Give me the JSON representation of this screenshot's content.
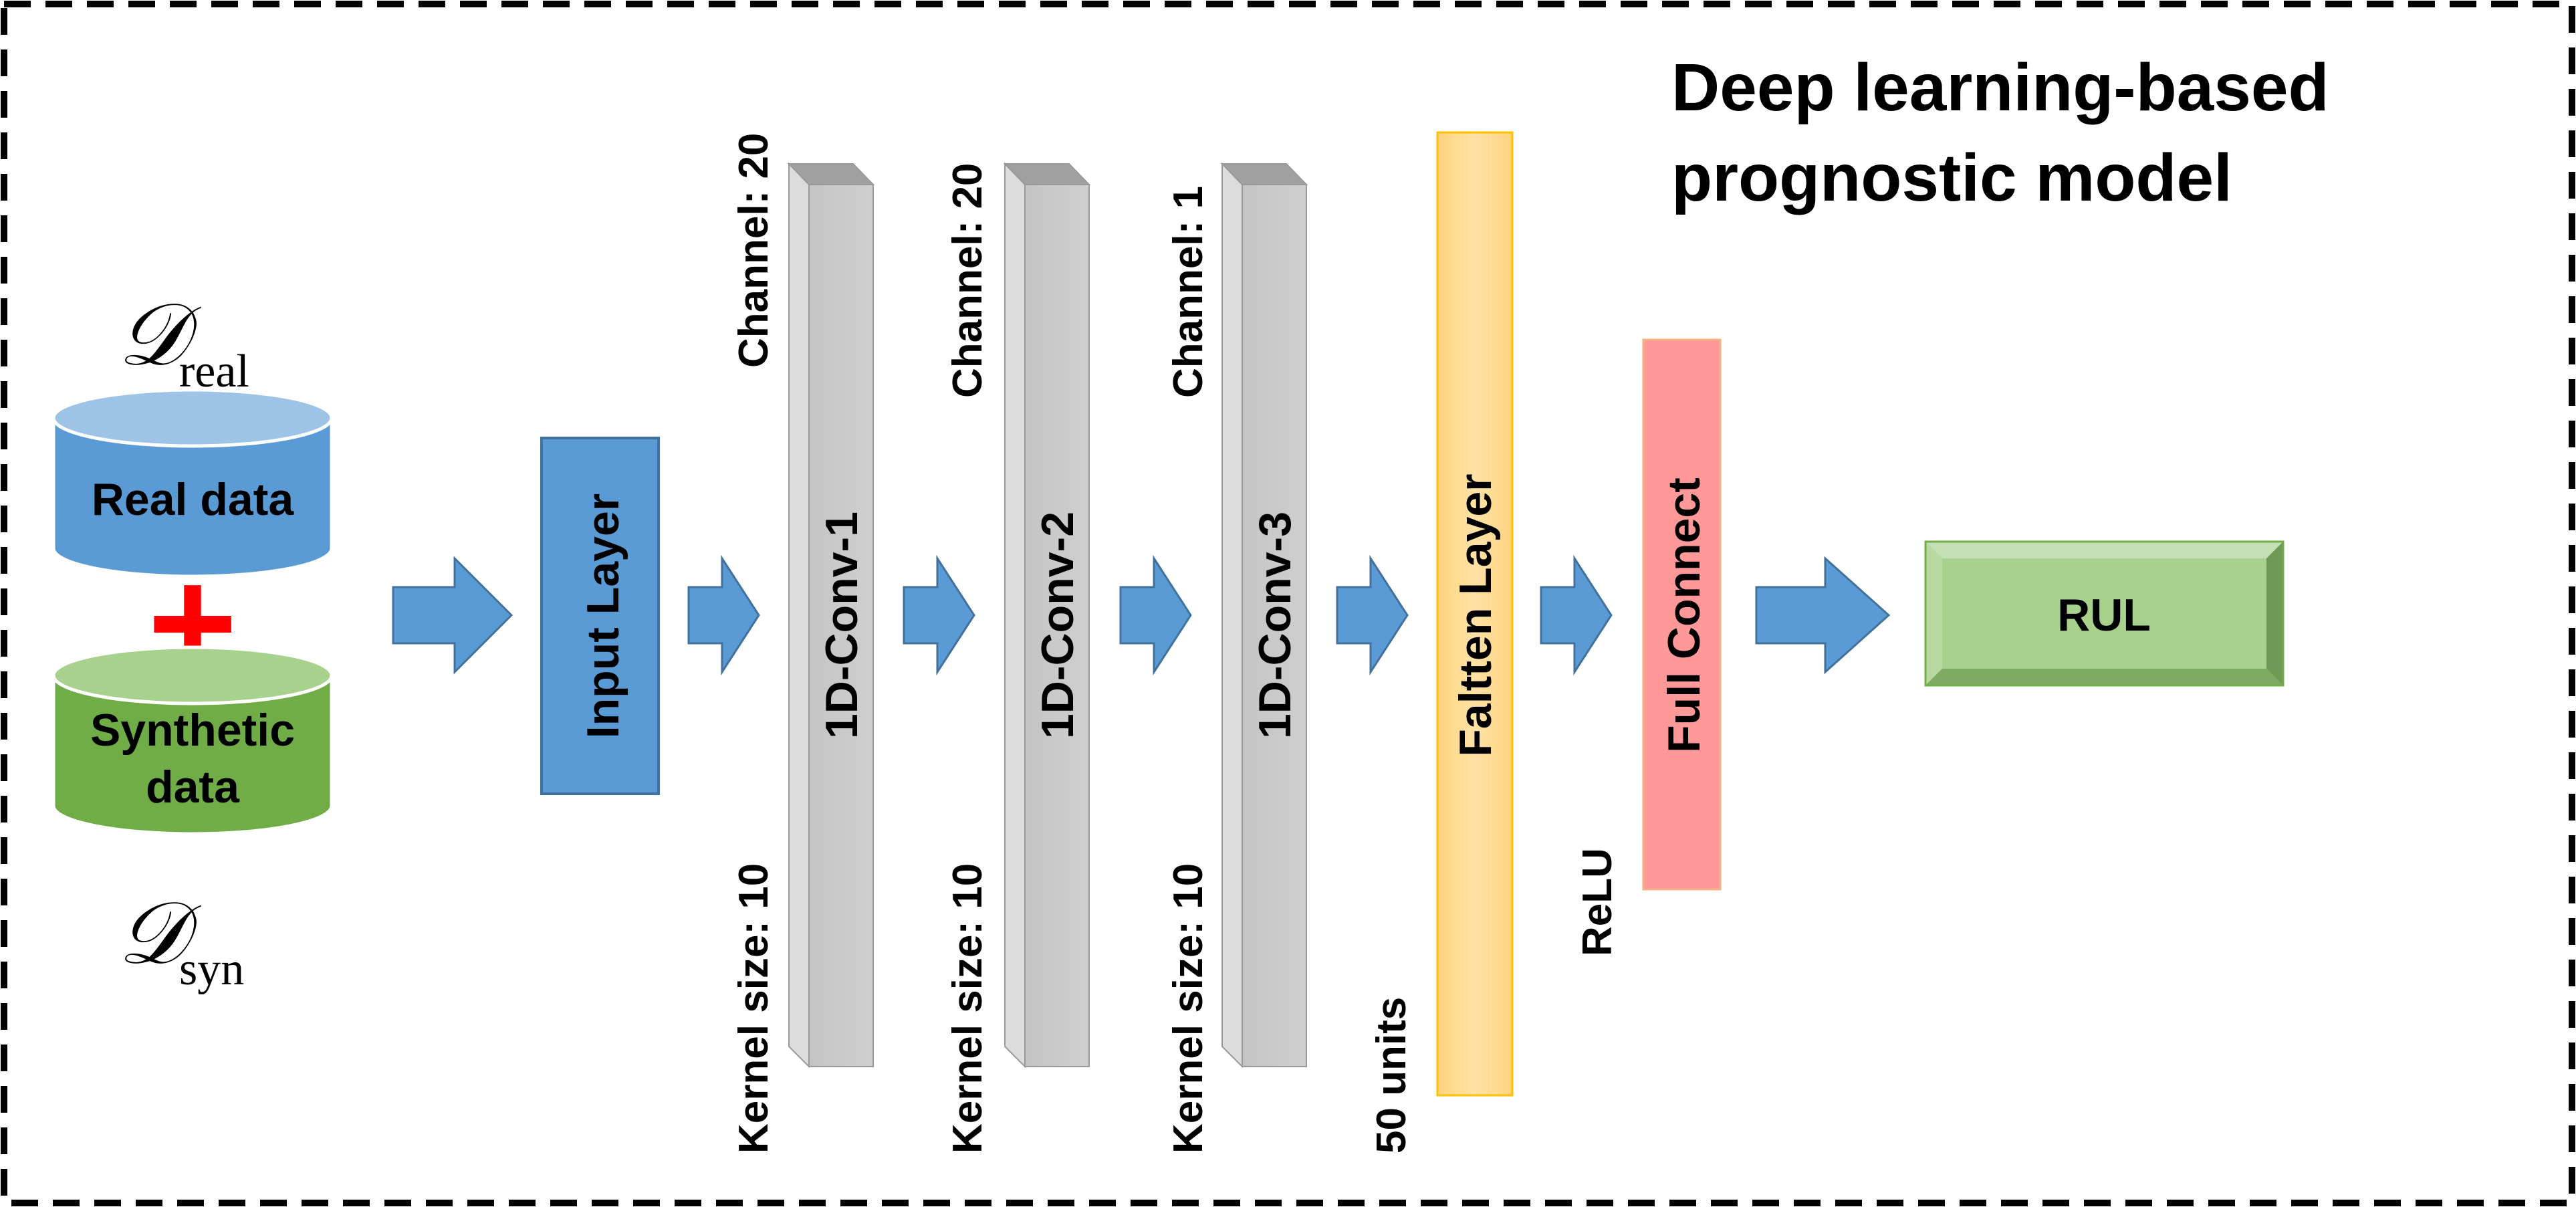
{
  "title": {
    "line1": "Deep learning-based",
    "line2": "prognostic model"
  },
  "datasets": {
    "real": {
      "label": "Real data",
      "symbol": "𝒟",
      "subscript": "real",
      "color": "#5b9bd5"
    },
    "operator": "+",
    "synthetic": {
      "label_line1": "Synthetic",
      "label_line2": "data",
      "symbol": "𝒟",
      "subscript": "syn",
      "color": "#70ad47"
    }
  },
  "layers": {
    "input": {
      "label": "Input Layer",
      "color": "#5b9bd5"
    },
    "conv1": {
      "label": "1D-Conv-1",
      "channel": "Channel: 20",
      "kernel": "Kernel size: 10"
    },
    "conv2": {
      "label": "1D-Conv-2",
      "channel": "Channel: 20",
      "kernel": "Kernel size: 10"
    },
    "conv3": {
      "label": "1D-Conv-3",
      "channel": "Channel: 1",
      "kernel": "Kernel size: 10"
    },
    "flatten": {
      "label": "Faltten Layer",
      "units": "50 units",
      "color": "#ffd580"
    },
    "fc": {
      "label": "Full Connect",
      "activation": "ReLU",
      "color": "#ff9999"
    },
    "output": {
      "label": "RUL",
      "color": "#a9d18e"
    }
  },
  "colors": {
    "arrow": "#5b9bd5",
    "plus": "#ff0000",
    "conv": "#c8c8c8",
    "border": "#000000"
  }
}
